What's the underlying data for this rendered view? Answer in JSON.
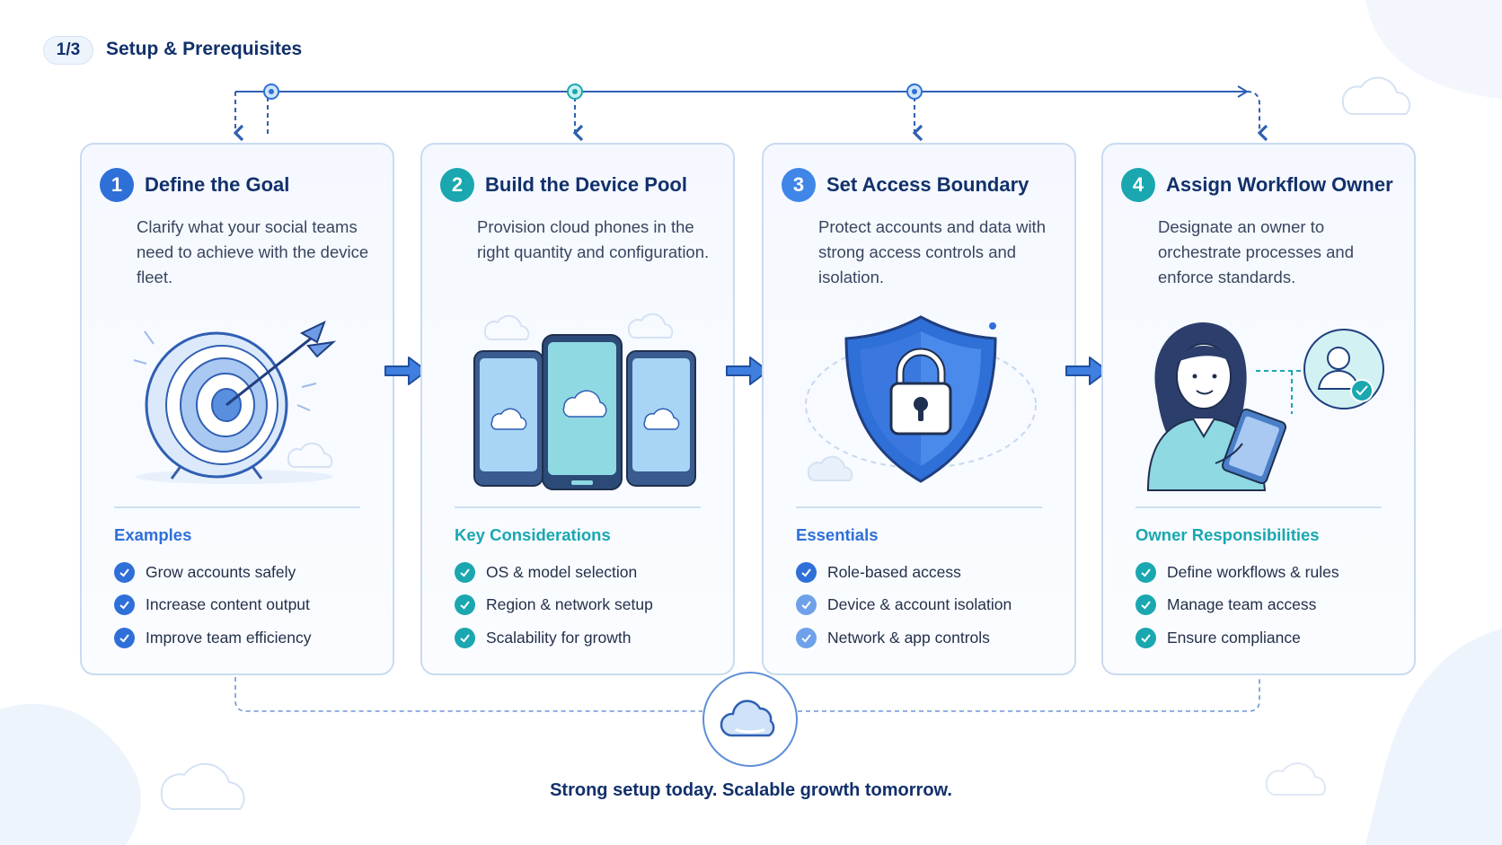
{
  "header": {
    "step_indicator": "1/3",
    "title": "Setup & Prerequisites"
  },
  "colors": {
    "navy": "#12306b",
    "blue": "#2f6fd8",
    "teal": "#1aa7b0",
    "card_border": "#c9dbf1"
  },
  "cards": [
    {
      "number": "1",
      "title": "Define the Goal",
      "description": "Clarify what your social teams need to achieve with the device fleet.",
      "illustration": "target-icon",
      "section_label": "Examples",
      "items": [
        "Grow accounts safely",
        "Increase content output",
        "Improve team efficiency"
      ]
    },
    {
      "number": "2",
      "title": "Build the Device Pool",
      "description": "Provision cloud phones in the right quantity and configuration.",
      "illustration": "cloud-phones-icon",
      "section_label": "Key Considerations",
      "items": [
        "OS & model selection",
        "Region & network setup",
        "Scalability for growth"
      ]
    },
    {
      "number": "3",
      "title": "Set Access Boundary",
      "description": "Protect accounts and data with strong access controls and isolation.",
      "illustration": "shield-lock-icon",
      "section_label": "Essentials",
      "items": [
        "Role-based access",
        "Device & account isolation",
        "Network & app controls"
      ]
    },
    {
      "number": "4",
      "title": "Assign Workflow Owner",
      "description": "Designate an owner to orchestrate processes and enforce standards.",
      "illustration": "workflow-owner-icon",
      "section_label": "Owner Responsibilities",
      "items": [
        "Define workflows & rules",
        "Manage team access",
        "Ensure compliance"
      ]
    }
  ],
  "footer": {
    "tagline": "Strong setup today. Scalable growth tomorrow."
  }
}
